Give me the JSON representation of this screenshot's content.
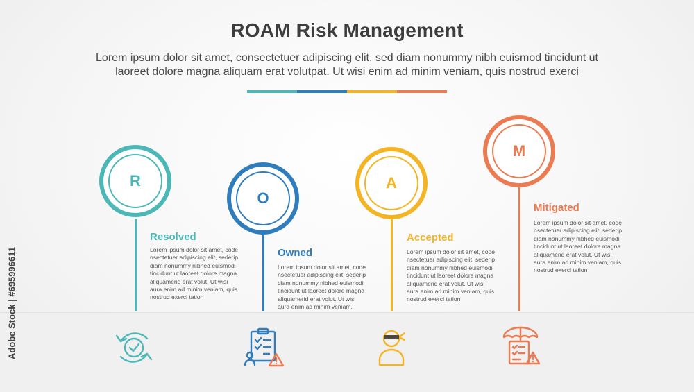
{
  "header": {
    "title": "ROAM Risk Management",
    "subtitle_line1": "Lorem ipsum dolor sit amet, consectetuer adipiscing elit, sed diam nonummy nibh euismod tincidunt ut",
    "subtitle_line2": "laoreet dolore magna aliquam erat volutpat. Ut wisi enim ad minim veniam, quis nostrud exerci"
  },
  "colors": {
    "resolved": "#4bb8b7",
    "owned": "#2f7dbd",
    "accepted": "#f3b523",
    "mitigated": "#eb7b52"
  },
  "steps": [
    {
      "letter": "R",
      "heading": "Resolved",
      "icon": "cycle-check-icon",
      "lines": [
        "Lorem ipsum dolor sit amet, code",
        "nsectetuer adipiscing elit, sederip",
        "diam nonummy nibhed euismodi",
        "tincidunt ut laoreet dolore magna",
        "aliquamerid erat volut. Ut wisi",
        "aura enim ad minim veniam, quis",
        "nostrud exerci tation"
      ]
    },
    {
      "letter": "O",
      "heading": "Owned",
      "icon": "checklist-person-warning-icon",
      "lines": [
        "Lorem ipsum dolor sit amet, code",
        "nsectetuer adipiscing elit, sederip",
        "diam nonummy nibhed euismodi",
        "tincidunt ut laoreet dolore magna",
        "aliquamerid erat volut. Ut wisi",
        "aura enim ad minim veniam,"
      ]
    },
    {
      "letter": "A",
      "heading": "Accepted",
      "icon": "person-headband-icon",
      "lines": [
        "Lorem ipsum dolor sit amet, code",
        "nsectetuer adipiscing elit, sederip",
        "diam nonummy nibhed euismodi",
        "tincidunt ut laoreet dolore magna",
        "aliquamerid erat volut. Ut wisi",
        "aura enim ad minim veniam, quis",
        "nostrud exerci tation"
      ]
    },
    {
      "letter": "M",
      "heading": "Mitigated",
      "icon": "umbrella-checklist-icon",
      "lines": [
        "Lorem ipsum dolor sit amet, code",
        "nsectetuer adipiscing elit, sederip",
        "diam nonummy nibhed euismodi",
        "tincidunt ut laoreet dolore magna",
        "aliquamerid erat volut. Ut wisi",
        "aura enim ad minim veniam, quis",
        "nostrud exerci tation"
      ]
    }
  ],
  "watermark": "Adobe Stock | #695996611"
}
